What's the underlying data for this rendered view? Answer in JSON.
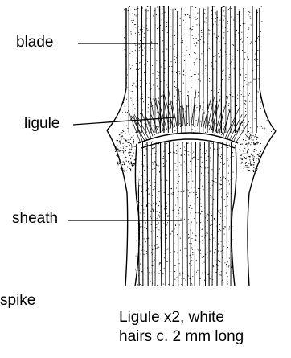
{
  "labels": {
    "blade": "blade",
    "ligule": "ligule",
    "sheath": "sheath",
    "spike": "spike"
  },
  "caption": {
    "line1": "Ligule x2, white",
    "line2": "hairs c. 2 mm long"
  },
  "colors": {
    "ink": "#000000",
    "paper": "#ffffff"
  }
}
